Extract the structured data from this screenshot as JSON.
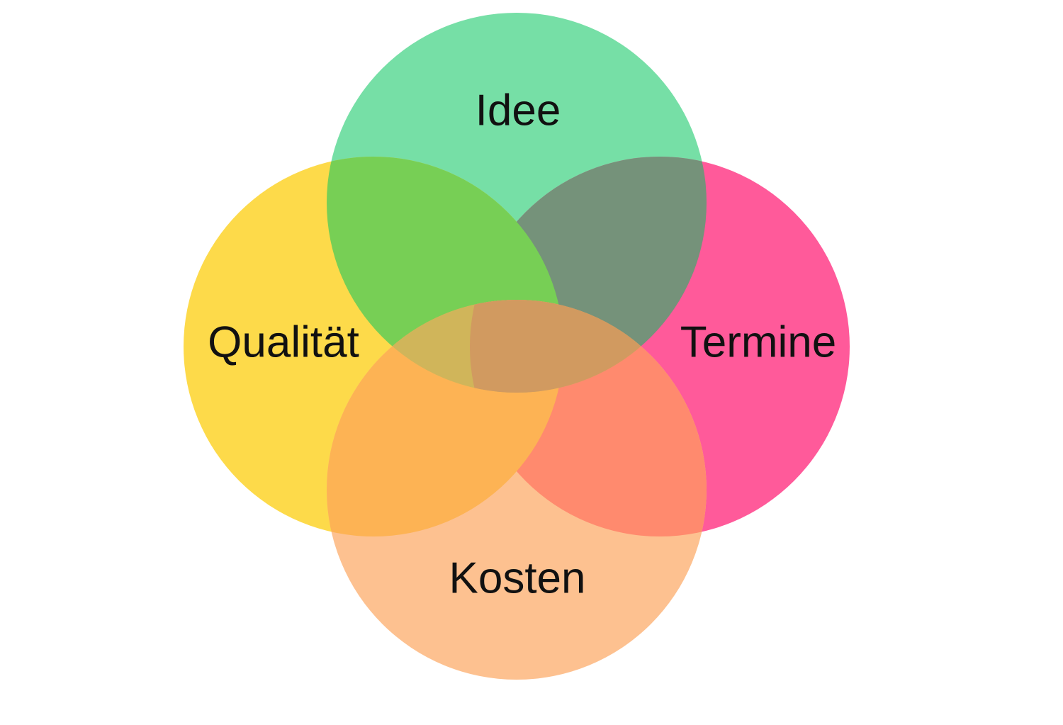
{
  "diagram": {
    "type": "venn",
    "sets": [
      {
        "id": "idee",
        "label": "Idee",
        "color": "#76DFA6"
      },
      {
        "id": "qualitaet",
        "label": "Qualität",
        "color": "#FDDA4A"
      },
      {
        "id": "termine",
        "label": "Termine",
        "color": "#FF5A9A"
      },
      {
        "id": "kosten",
        "label": "Kosten",
        "color": "#FDC190"
      }
    ],
    "overlap_colors": {
      "idee_termine": "#75927A",
      "idee_qualitaet": "#77CF55",
      "kosten_termine": "#FF8A6E",
      "kosten_qualitaet": "#FDB354",
      "idee_kosten": "#D0B55A",
      "idee_kosten_termine": "#D19A60"
    }
  }
}
